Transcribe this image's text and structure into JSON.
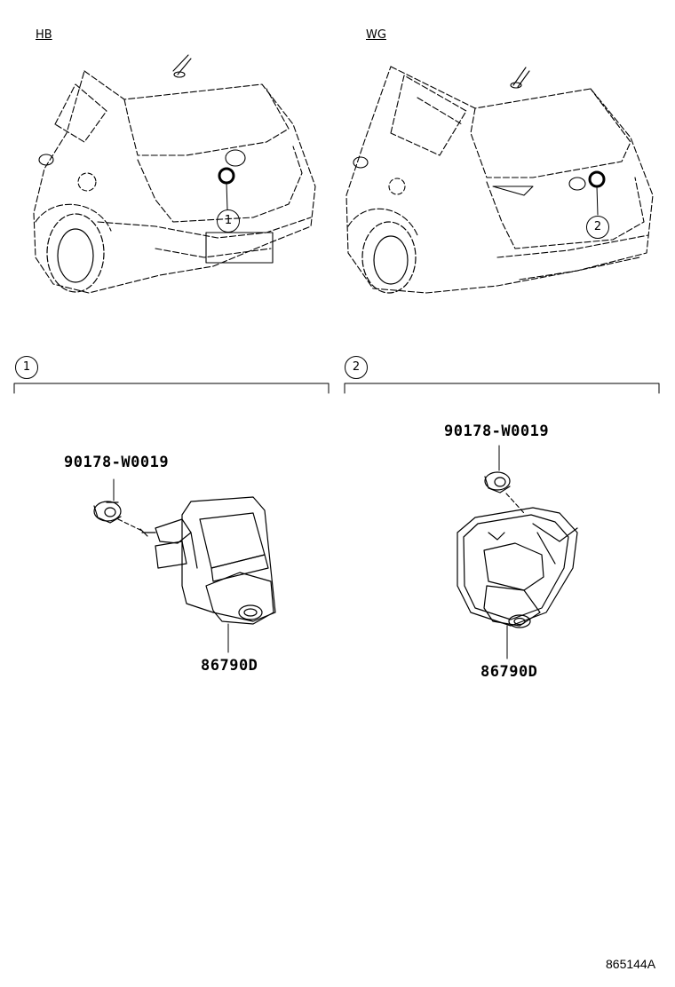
{
  "variants": {
    "left": "HB",
    "right": "WG"
  },
  "callouts": {
    "one": "1",
    "two": "2"
  },
  "sections": {
    "left_marker": "1",
    "right_marker": "2"
  },
  "parts": {
    "left_bolt": "90178-W0019",
    "left_camera": "86790D",
    "right_bolt": "90178-W0019",
    "right_camera": "86790D"
  },
  "diagram_code": "865144A"
}
